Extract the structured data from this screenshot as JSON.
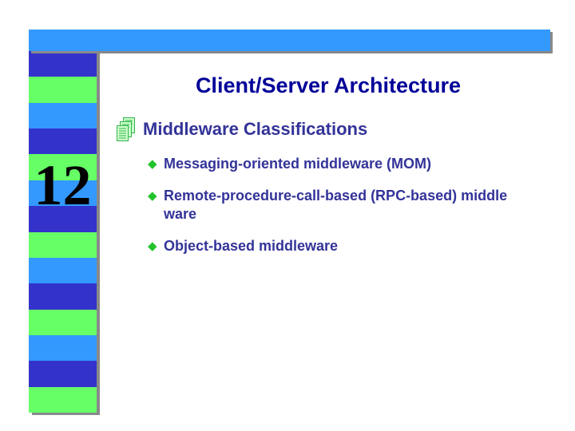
{
  "slide": {
    "title": "Client/Server Architecture"
  },
  "sidebar": {
    "slide_number": "12",
    "stripe_count": 14,
    "stripe_cycle": [
      "#3333cc",
      "#66ff66",
      "#3399ff"
    ]
  },
  "heading": {
    "icon": "documents-stack-icon",
    "text": "Middleware Classifications"
  },
  "bullets": {
    "glyph": "◆",
    "items": [
      {
        "lines": [
          "Messaging-oriented middleware (MOM)"
        ]
      },
      {
        "lines": [
          "Remote-procedure-call-based (RPC-based) middle",
          "ware"
        ]
      },
      {
        "lines": [
          "Object-based middleware"
        ]
      }
    ]
  },
  "colors": {
    "top_bar_blue": "#3399ff",
    "stripe_dark_blue": "#3333cc",
    "stripe_green": "#66ff66",
    "stripe_light_blue": "#3399ff",
    "shadow_gray": "#898989",
    "title_text": "#000099",
    "body_text": "#333399",
    "bullet_diamond_green": "#22c32b",
    "slide_number_text": "#000000",
    "doc_icon_fill": "#ccffcc",
    "doc_icon_stroke": "#33b34a"
  }
}
